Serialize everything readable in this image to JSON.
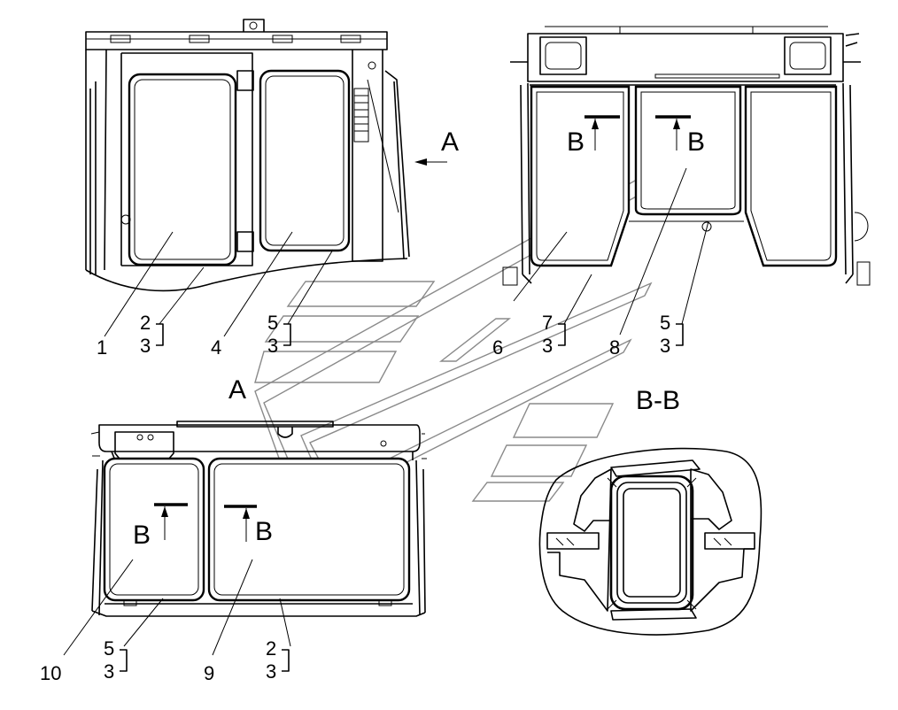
{
  "views": {
    "side_view": {
      "callouts": [
        "1",
        "2",
        "3",
        "4",
        "5",
        "3"
      ],
      "view_arrow": "A"
    },
    "rear_view": {
      "callouts": [
        "6",
        "7",
        "3",
        "8",
        "5",
        "3"
      ],
      "section_left": "B",
      "section_right": "B"
    },
    "front_view": {
      "title": "A",
      "callouts": [
        "10",
        "5",
        "3",
        "9",
        "2",
        "3"
      ],
      "section_left": "B",
      "section_right": "B"
    },
    "section_view": {
      "title": "B-B"
    }
  }
}
